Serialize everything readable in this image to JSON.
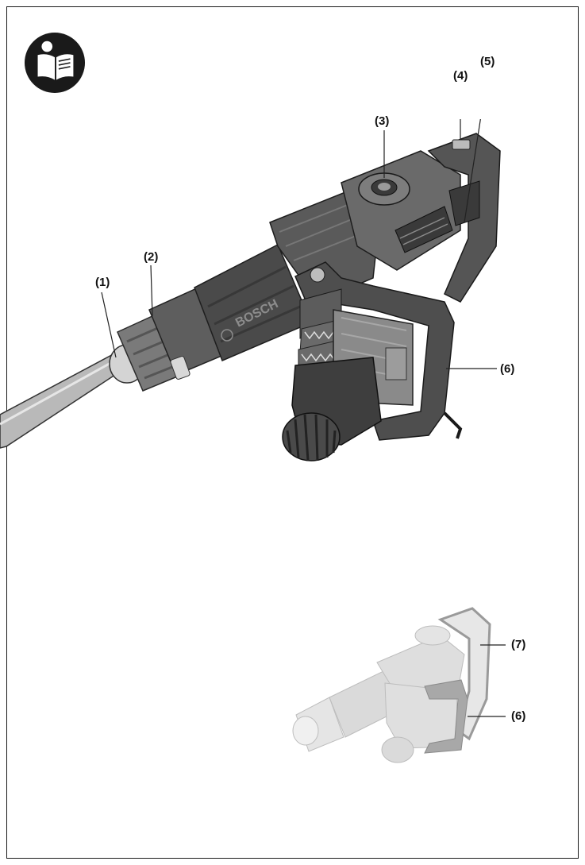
{
  "icon": "read-manual-icon",
  "brand_mark": "BOSCH",
  "callouts": {
    "c1": "(1)",
    "c2": "(2)",
    "c3": "(3)",
    "c4": "(4)",
    "c5": "(5)",
    "c6": "(6)",
    "c7": "(7)",
    "c6b": "(6)"
  },
  "colors": {
    "tool_body": "#4a4a4a",
    "tool_dark": "#2b2b2b",
    "tool_light": "#9a9a9a",
    "ghost": "#c8c8c8",
    "highlight": "#8a8a8a"
  }
}
